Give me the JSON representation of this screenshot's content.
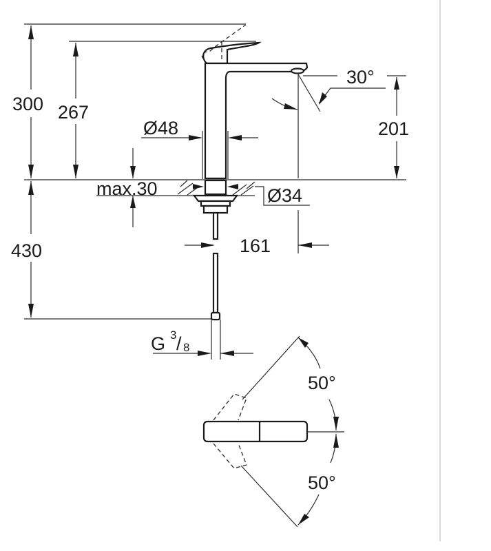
{
  "drawing": {
    "title": "Basin mixer tap dimension drawing",
    "side_view": {
      "overall_height": "300",
      "spout_outlet_height": "267",
      "body_diameter": "Ø48",
      "spout_angle": "30°",
      "outlet_height_from_deck": "201",
      "max_deck_thickness": "max.30",
      "hole_diameter": "Ø34",
      "spout_projection": "161",
      "supply_hose_length": "430",
      "connection_thread": {
        "letter": "G",
        "numerator": "3",
        "slash": "/",
        "denominator": "8"
      }
    },
    "top_view": {
      "lever_rotation_upper": "50°",
      "lever_rotation_lower": "50°"
    }
  },
  "colors": {
    "line": "#1a1a1a",
    "background": "#ffffff",
    "divider": "#d9d9d9"
  }
}
